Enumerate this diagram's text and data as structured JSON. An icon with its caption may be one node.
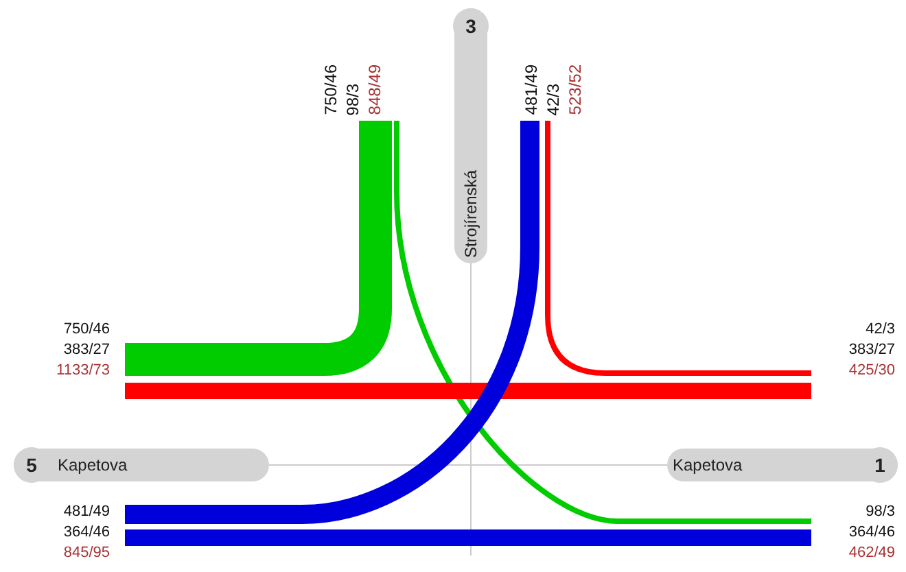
{
  "diagram": {
    "nodes": [
      {
        "text": [
          "3",
          "Strojírenská"
        ]
      },
      {
        "text": [
          "5",
          "Kapetova"
        ]
      },
      {
        "text": [
          "Kapetova",
          "1"
        ]
      }
    ],
    "edges": [
      {
        "from": 1,
        "to": 2,
        "arrow": "none"
      }
    ],
    "labels": [
      "750/46",
      "98/3",
      "848/49",
      "481/49",
      "42/3",
      "523/52",
      "750/46",
      "383/27",
      "1133/73",
      "42/3",
      "383/27",
      "425/30",
      "481/49",
      "364/46",
      "845/95",
      "98/3",
      "364/46",
      "462/49"
    ]
  }
}
